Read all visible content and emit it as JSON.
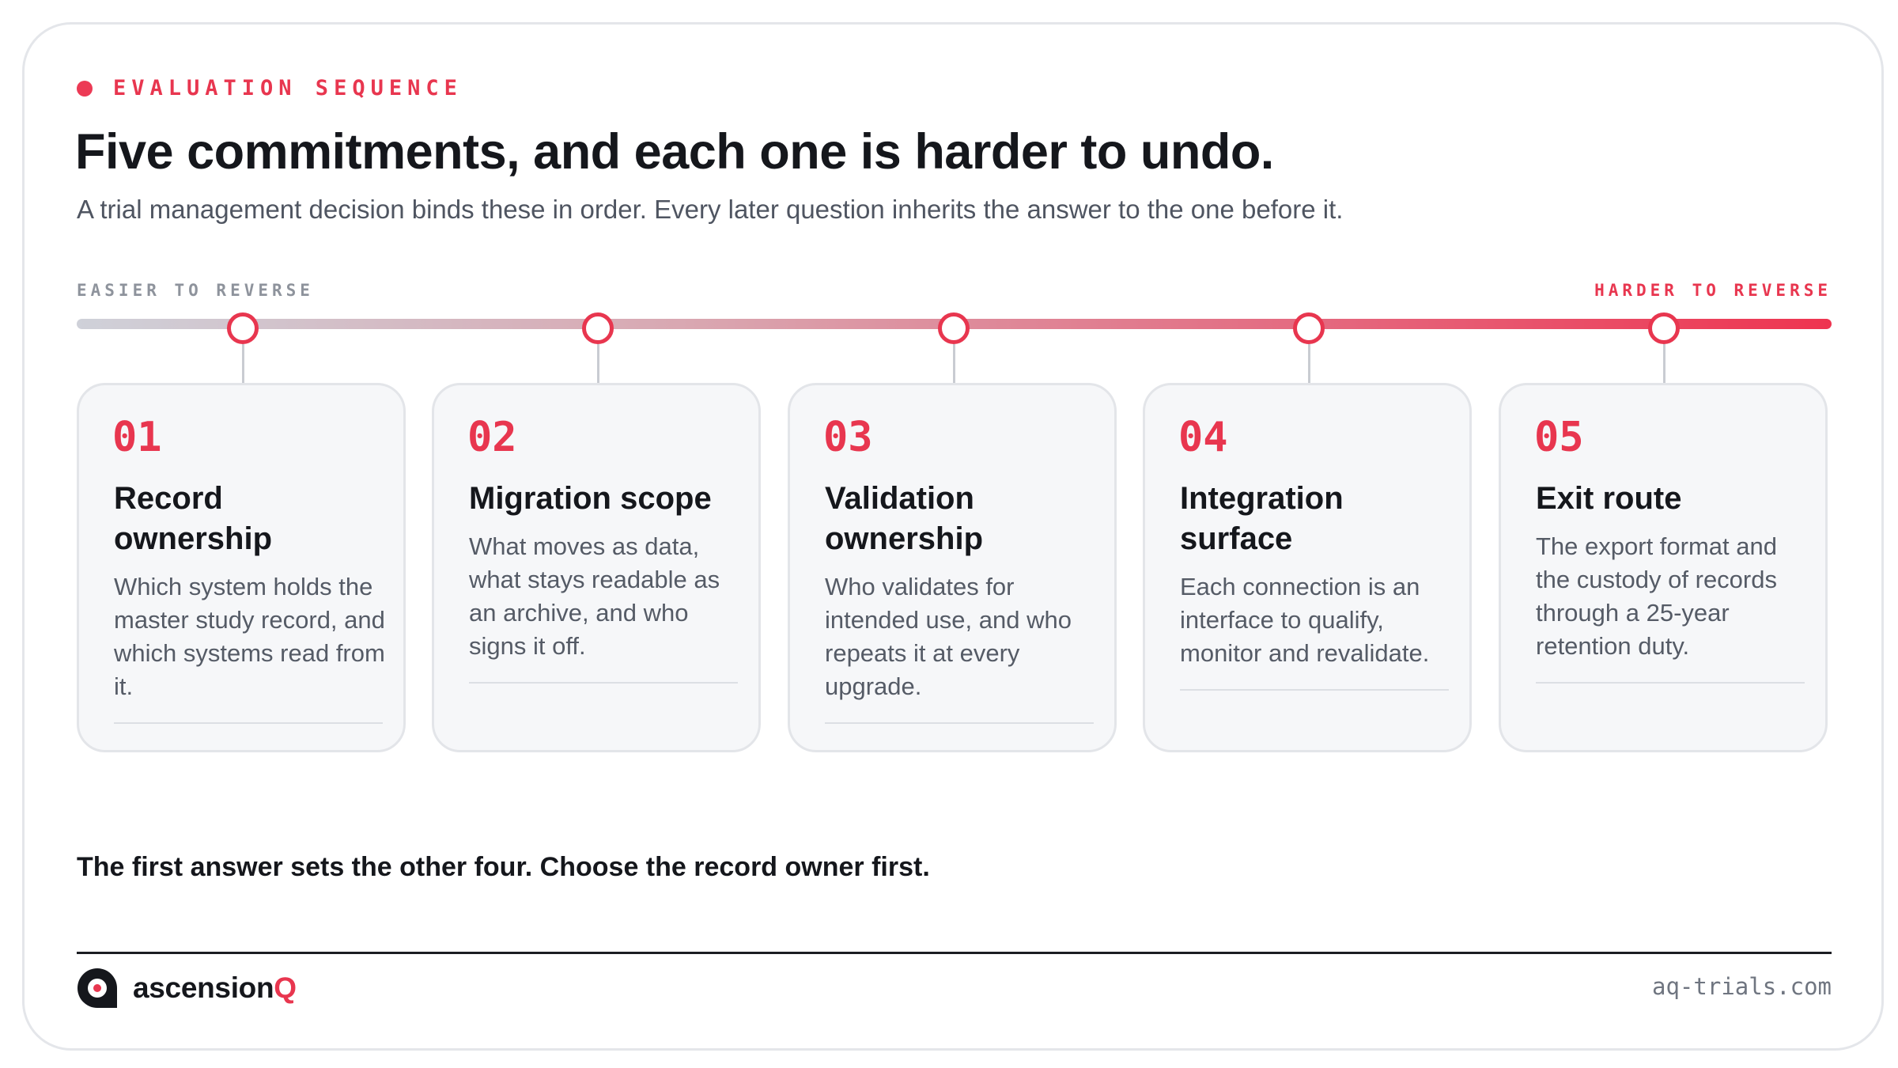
{
  "eyebrow": "EVALUATION SEQUENCE",
  "headline": "Five commitments, and each one is harder to undo.",
  "subhead": "A trial management decision binds these in order. Every later question inherits the answer to the one before it.",
  "scale": {
    "left_label": "EASIER TO REVERSE",
    "right_label": "HARDER TO REVERSE"
  },
  "steps": [
    {
      "number": "01",
      "title": "Record ownership",
      "description": "Which system holds the master study record, and which systems read from it."
    },
    {
      "number": "02",
      "title": "Migration scope",
      "description": "What moves as data, what stays readable as an archive, and who signs it off."
    },
    {
      "number": "03",
      "title": "Validation ownership",
      "description": "Who validates for intended use, and who repeats it at every upgrade."
    },
    {
      "number": "04",
      "title": "Integration surface",
      "description": "Each connection is an interface to qualify, monitor and revalidate."
    },
    {
      "number": "05",
      "title": "Exit route",
      "description": "The export format and the custody of records through a 25-year retention duty."
    }
  ],
  "takeaway": "The first answer sets the other four. Choose the record owner first.",
  "footer": {
    "brand_main": "ascension",
    "brand_accent": "Q",
    "site": "aq-trials.com"
  },
  "colors": {
    "accent": "#e8364f",
    "card_background": "#f6f7f9",
    "track_start": "#cfd1d9",
    "track_end": "#ee3450"
  }
}
